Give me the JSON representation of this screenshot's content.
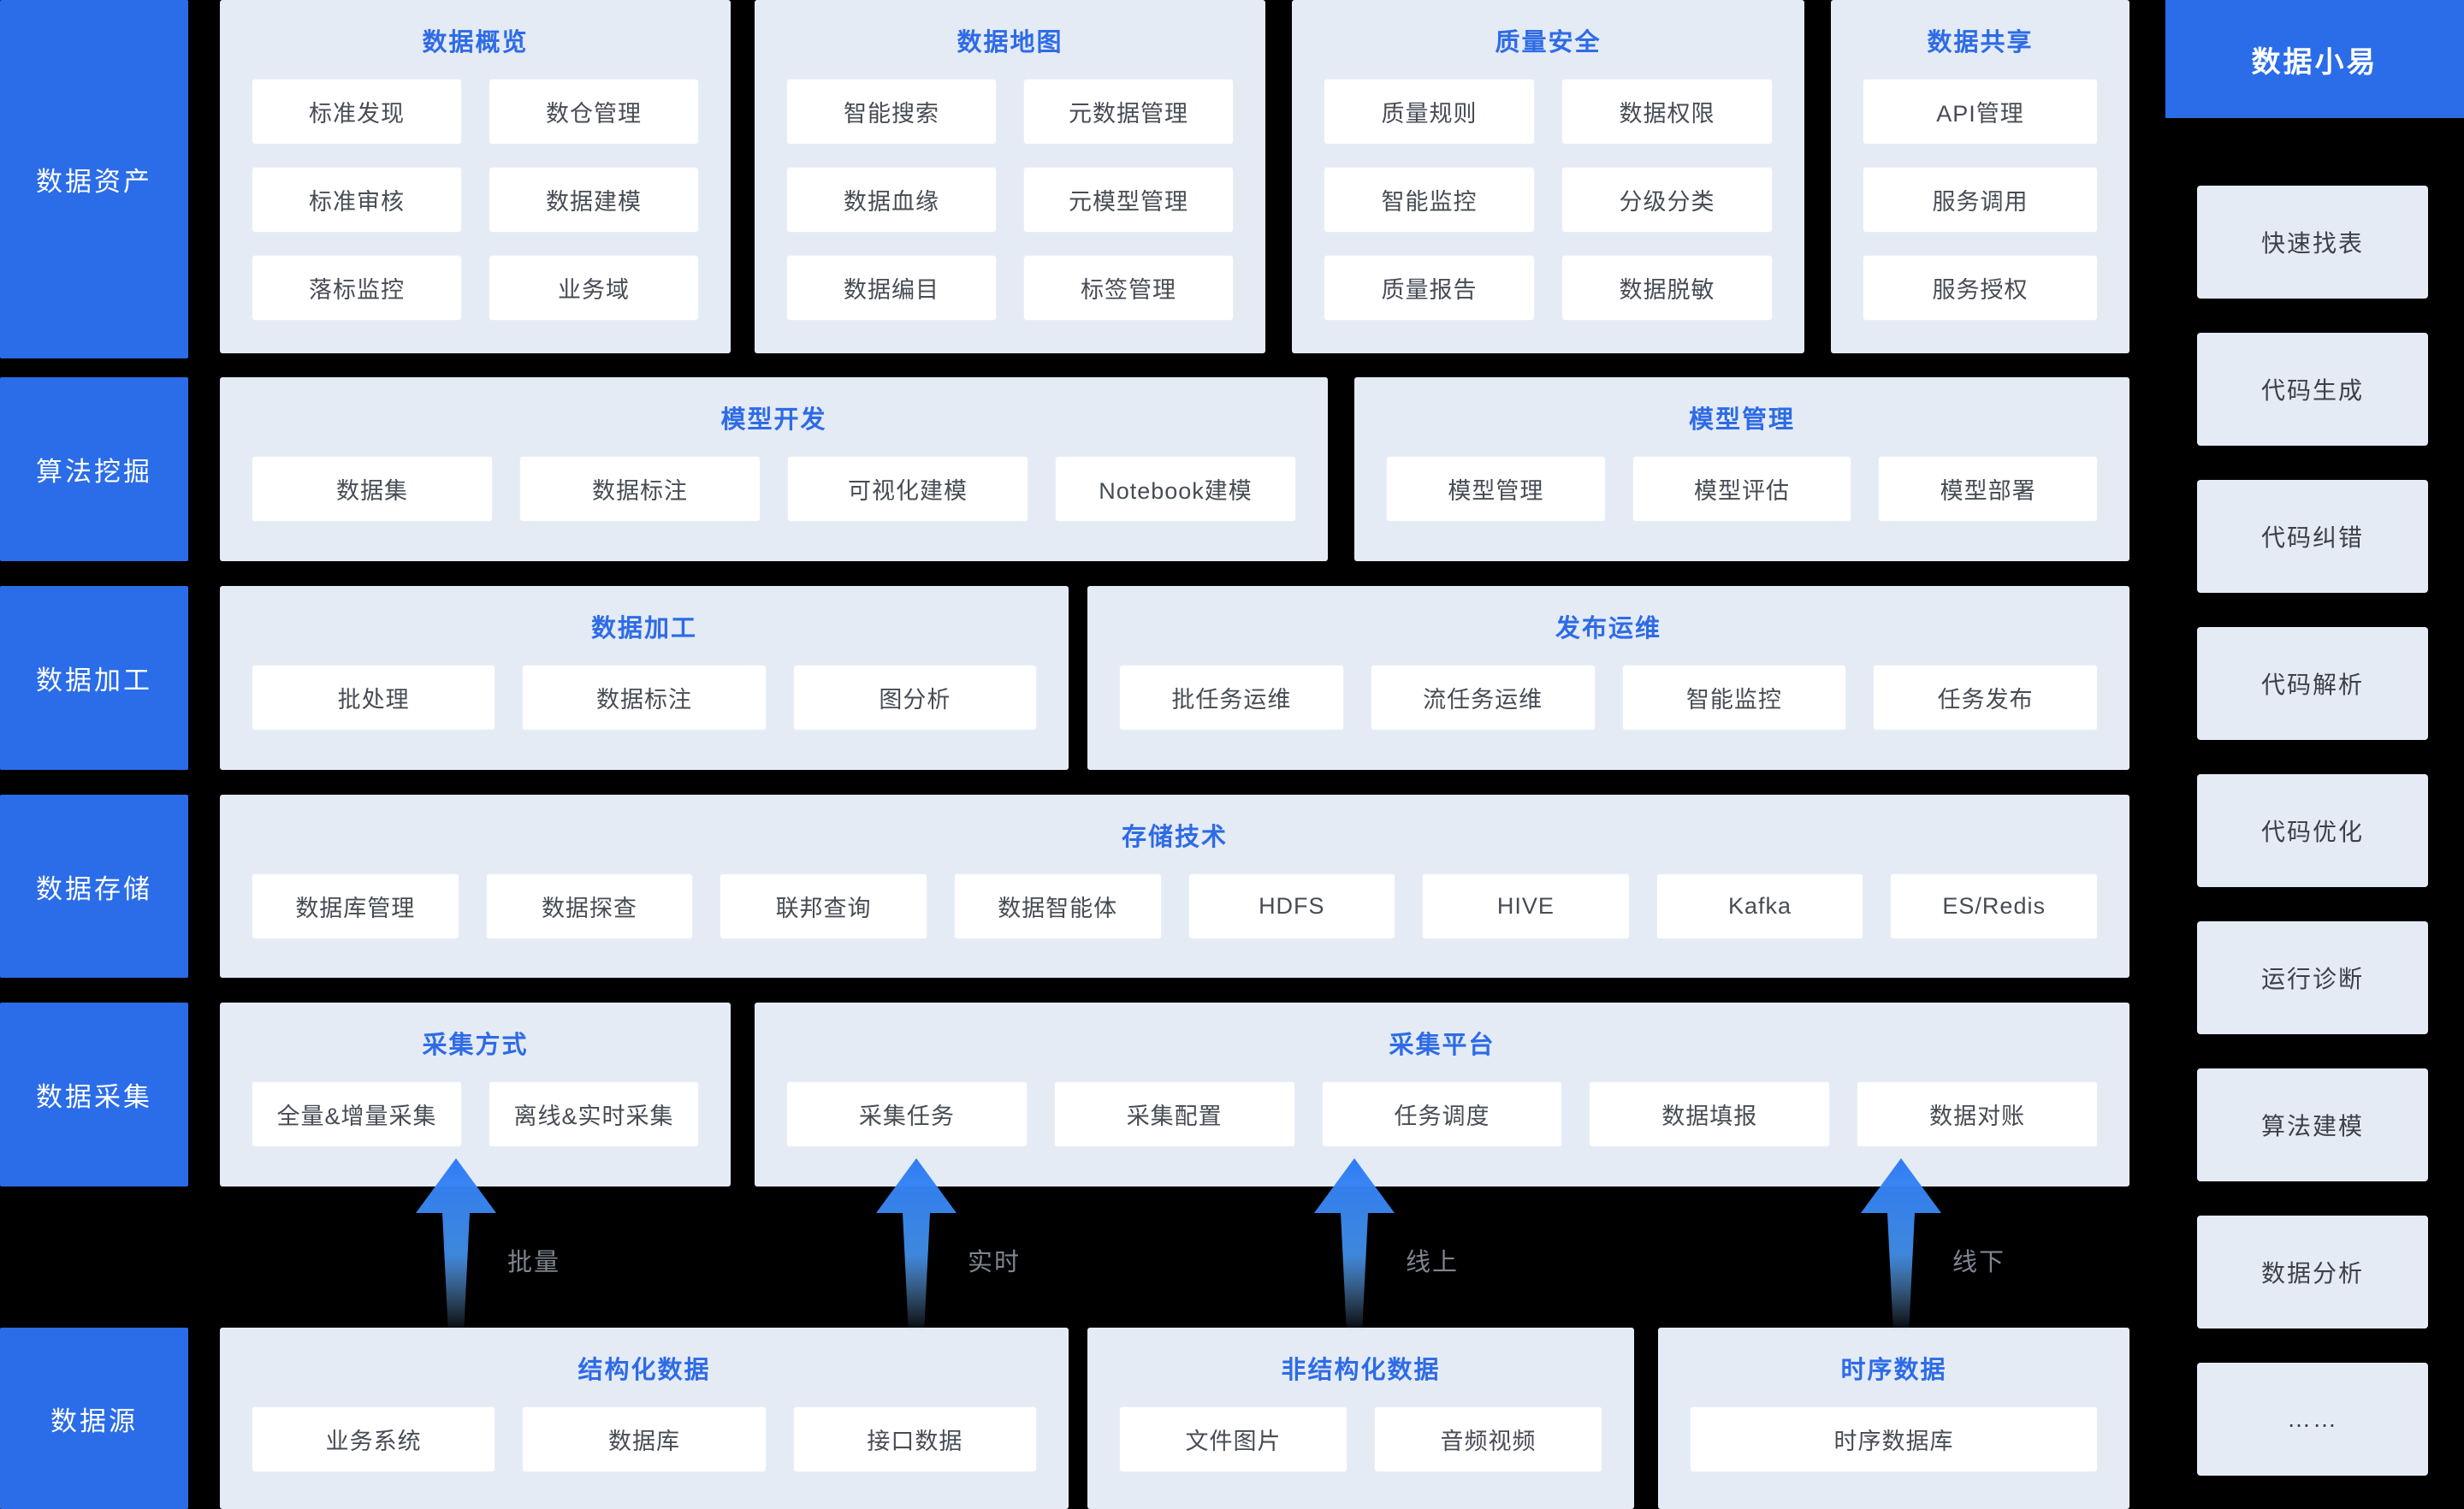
{
  "colors": {
    "background": "#000000",
    "accent_blue": "#2b6ce8",
    "panel_bg": "#e4ebf5",
    "cell_bg": "#ffffff",
    "cell_text": "#474c54",
    "arrow_label_text": "#7f8590"
  },
  "sidebar": {
    "items": [
      {
        "label": "数据资产"
      },
      {
        "label": "算法挖掘"
      },
      {
        "label": "数据加工"
      },
      {
        "label": "数据存储"
      },
      {
        "label": "数据采集"
      },
      {
        "label": "数据源"
      }
    ]
  },
  "panels": [
    {
      "title": "数据概览",
      "cells": [
        "标准发现",
        "数仓管理",
        "标准审核",
        "数据建模",
        "落标监控",
        "业务域"
      ]
    },
    {
      "title": "数据地图",
      "cells": [
        "智能搜索",
        "元数据管理",
        "数据血缘",
        "元模型管理",
        "数据编目",
        "标签管理"
      ]
    },
    {
      "title": "质量安全",
      "cells": [
        "质量规则",
        "数据权限",
        "智能监控",
        "分级分类",
        "质量报告",
        "数据脱敏"
      ]
    },
    {
      "title": "数据共享",
      "cells": [
        "API管理",
        "服务调用",
        "服务授权"
      ]
    },
    {
      "title": "模型开发",
      "cells": [
        "数据集",
        "数据标注",
        "可视化建模",
        "Notebook建模"
      ]
    },
    {
      "title": "模型管理",
      "cells": [
        "模型管理",
        "模型评估",
        "模型部署"
      ]
    },
    {
      "title": "数据加工",
      "cells": [
        "批处理",
        "数据标注",
        "图分析"
      ]
    },
    {
      "title": "发布运维",
      "cells": [
        "批任务运维",
        "流任务运维",
        "智能监控",
        "任务发布"
      ]
    },
    {
      "title": "存储技术",
      "cells": [
        "数据库管理",
        "数据探查",
        "联邦查询",
        "数据智能体",
        "HDFS",
        "HIVE",
        "Kafka",
        "ES/Redis"
      ]
    },
    {
      "title": "采集方式",
      "cells": [
        "全量&增量采集",
        "离线&实时采集"
      ]
    },
    {
      "title": "采集平台",
      "cells": [
        "采集任务",
        "采集配置",
        "任务调度",
        "数据填报",
        "数据对账"
      ]
    },
    {
      "title": "结构化数据",
      "cells": [
        "业务系统",
        "数据库",
        "接口数据"
      ]
    },
    {
      "title": "非结构化数据",
      "cells": [
        "文件图片",
        "音频视频"
      ]
    },
    {
      "title": "时序数据",
      "cells": [
        "时序数据库"
      ]
    }
  ],
  "arrows": [
    {
      "label": "批量"
    },
    {
      "label": "实时"
    },
    {
      "label": "线上"
    },
    {
      "label": "线下"
    }
  ],
  "right_panel": {
    "title": "数据小易",
    "items": [
      "快速找表",
      "代码生成",
      "代码纠错",
      "代码解析",
      "代码优化",
      "运行诊断",
      "算法建模",
      "数据分析",
      "……"
    ]
  }
}
